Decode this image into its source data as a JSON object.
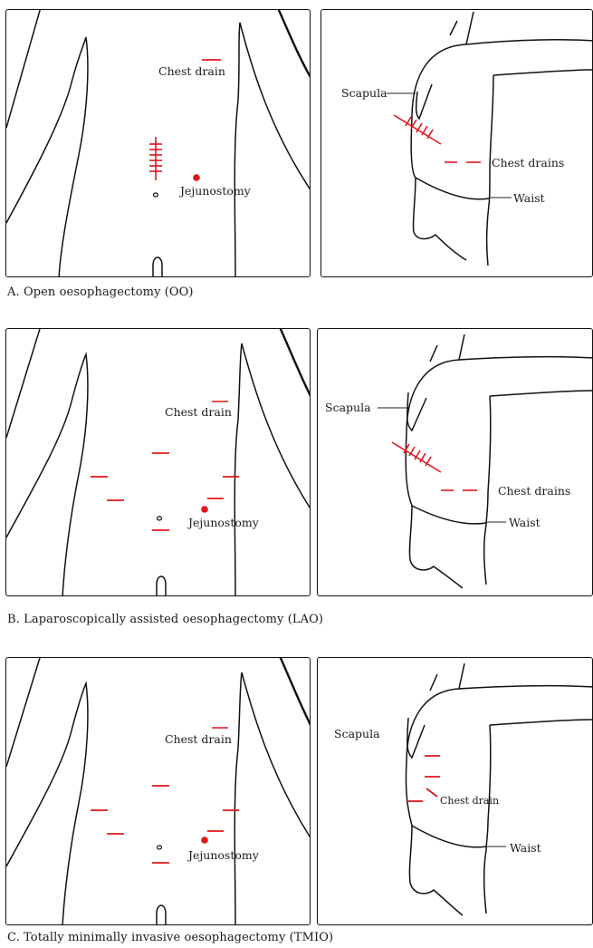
{
  "colors": {
    "incision": "#e0161c",
    "outline": "#111111",
    "background": "#ffffff"
  },
  "panels": [
    {
      "caption": "A. Open oesophagectomy (OO)",
      "front": {
        "chest_drain_label": "Chest drain",
        "jejunostomy_label": "Jejunostomy"
      },
      "back": {
        "scapula_label": "Scapula",
        "chest_drains_label": "Chest drains",
        "waist_label": "Waist"
      }
    },
    {
      "caption": "B. Laparoscopically assisted oesophagectomy (LAO)",
      "front": {
        "chest_drain_label": "Chest drain",
        "jejunostomy_label": "Jejunostomy"
      },
      "back": {
        "scapula_label": "Scapula",
        "chest_drains_label": "Chest drains",
        "waist_label": "Waist"
      }
    },
    {
      "caption": "C. Totally minimally invasive oesophagectomy (TMIO)",
      "front": {
        "chest_drain_label": "Chest drain",
        "jejunostomy_label": "Jejunostomy"
      },
      "back": {
        "scapula_label": "Scapula",
        "chest_drain_label": "Chest drain",
        "waist_label": "Waist"
      }
    }
  ]
}
